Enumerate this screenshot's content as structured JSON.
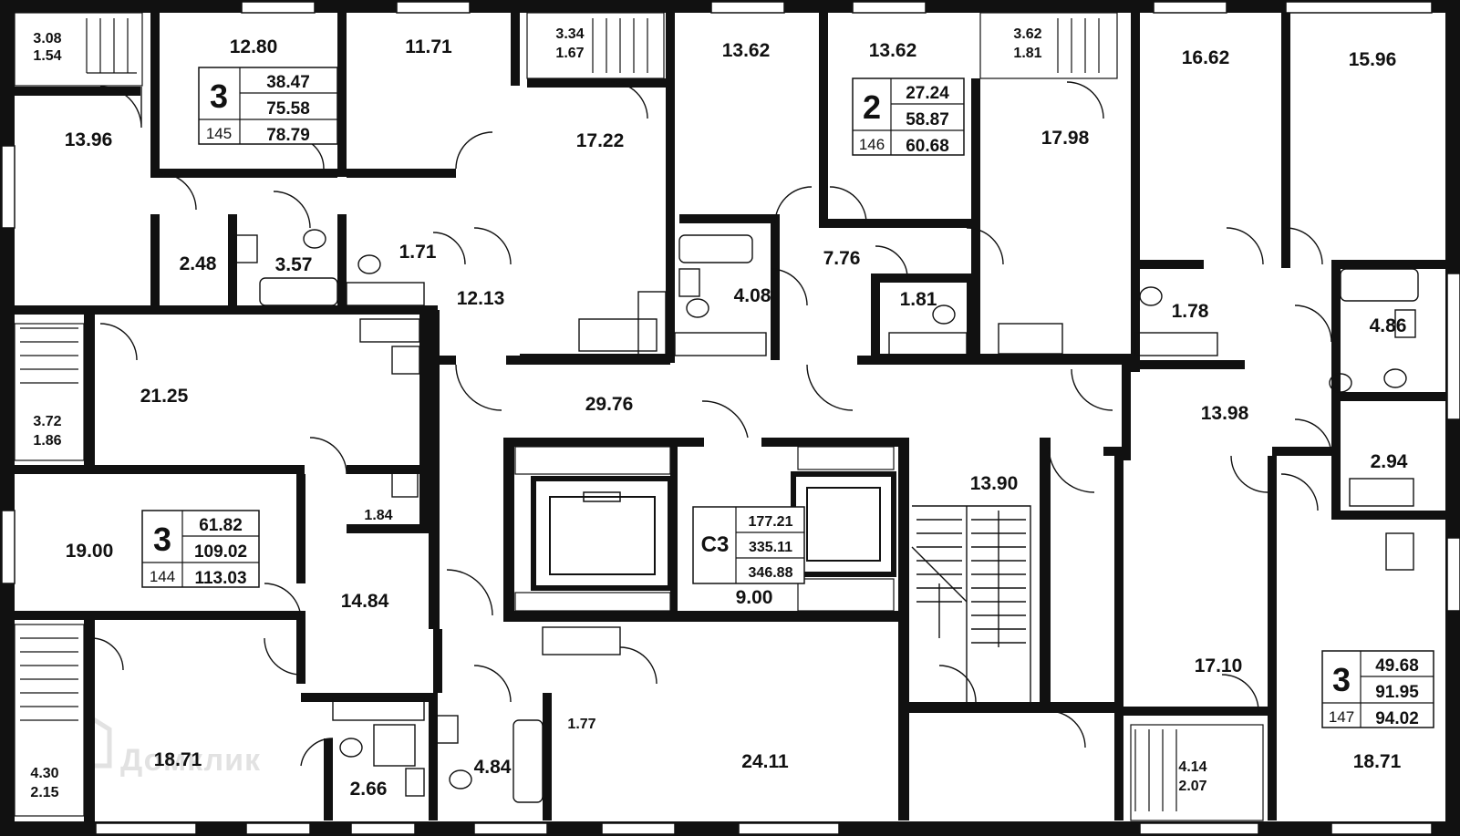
{
  "watermark": "Домклик",
  "apartments": [
    {
      "id": "apt-145",
      "rooms": "3",
      "number": "145",
      "living": "38.47",
      "total": "75.58",
      "total_with_balcony": "78.79"
    },
    {
      "id": "apt-146",
      "rooms": "2",
      "number": "146",
      "living": "27.24",
      "total": "58.87",
      "total_with_balcony": "60.68"
    },
    {
      "id": "apt-144",
      "rooms": "3",
      "number": "144",
      "living": "61.82",
      "total": "109.02",
      "total_with_balcony": "113.03"
    },
    {
      "id": "apt-147",
      "rooms": "3",
      "number": "147",
      "living": "49.68",
      "total": "91.95",
      "total_with_balcony": "94.02"
    }
  ],
  "common_area": {
    "code": "С3",
    "v1": "177.21",
    "v2": "335.11",
    "v3": "346.88"
  },
  "rooms": [
    {
      "id": "r01",
      "area": "12.80"
    },
    {
      "id": "r02",
      "area": "11.71"
    },
    {
      "id": "r03",
      "area": "13.62"
    },
    {
      "id": "r04",
      "area": "13.62"
    },
    {
      "id": "r05",
      "area": "16.62"
    },
    {
      "id": "r06",
      "area": "15.96"
    },
    {
      "id": "r07",
      "area": "13.96"
    },
    {
      "id": "r08",
      "area": "17.22"
    },
    {
      "id": "r09",
      "area": "17.98"
    },
    {
      "id": "r10",
      "area": "2.48"
    },
    {
      "id": "r11",
      "area": "3.57"
    },
    {
      "id": "r12",
      "area": "1.71"
    },
    {
      "id": "r13",
      "area": "12.13"
    },
    {
      "id": "r14",
      "area": "4.08"
    },
    {
      "id": "r15",
      "area": "7.76"
    },
    {
      "id": "r16",
      "area": "1.81"
    },
    {
      "id": "r17",
      "area": "1.78"
    },
    {
      "id": "r18",
      "area": "4.86"
    },
    {
      "id": "r19",
      "area": "21.25"
    },
    {
      "id": "r20",
      "area": "29.76"
    },
    {
      "id": "r21",
      "area": "13.98"
    },
    {
      "id": "r22",
      "area": "2.94"
    },
    {
      "id": "r23",
      "area": "1.84"
    },
    {
      "id": "r24",
      "area": "19.00"
    },
    {
      "id": "r25",
      "area": "13.90"
    },
    {
      "id": "r26",
      "area": "14.84"
    },
    {
      "id": "r27",
      "area": "9.00"
    },
    {
      "id": "r28",
      "area": "17.10"
    },
    {
      "id": "r29",
      "area": "1.77"
    },
    {
      "id": "r30",
      "area": "18.71"
    },
    {
      "id": "r31",
      "area": "4.84"
    },
    {
      "id": "r32",
      "area": "2.66"
    },
    {
      "id": "r33",
      "area": "24.11"
    },
    {
      "id": "r34",
      "area": "18.71"
    }
  ],
  "balconies": [
    {
      "id": "b1",
      "a": "3.08",
      "b": "1.54"
    },
    {
      "id": "b2",
      "a": "3.34",
      "b": "1.67"
    },
    {
      "id": "b3",
      "a": "3.62",
      "b": "1.81"
    },
    {
      "id": "b4",
      "a": "3.72",
      "b": "1.86"
    },
    {
      "id": "b5",
      "a": "4.30",
      "b": "2.15"
    },
    {
      "id": "b6",
      "a": "4.14",
      "b": "2.07"
    }
  ]
}
